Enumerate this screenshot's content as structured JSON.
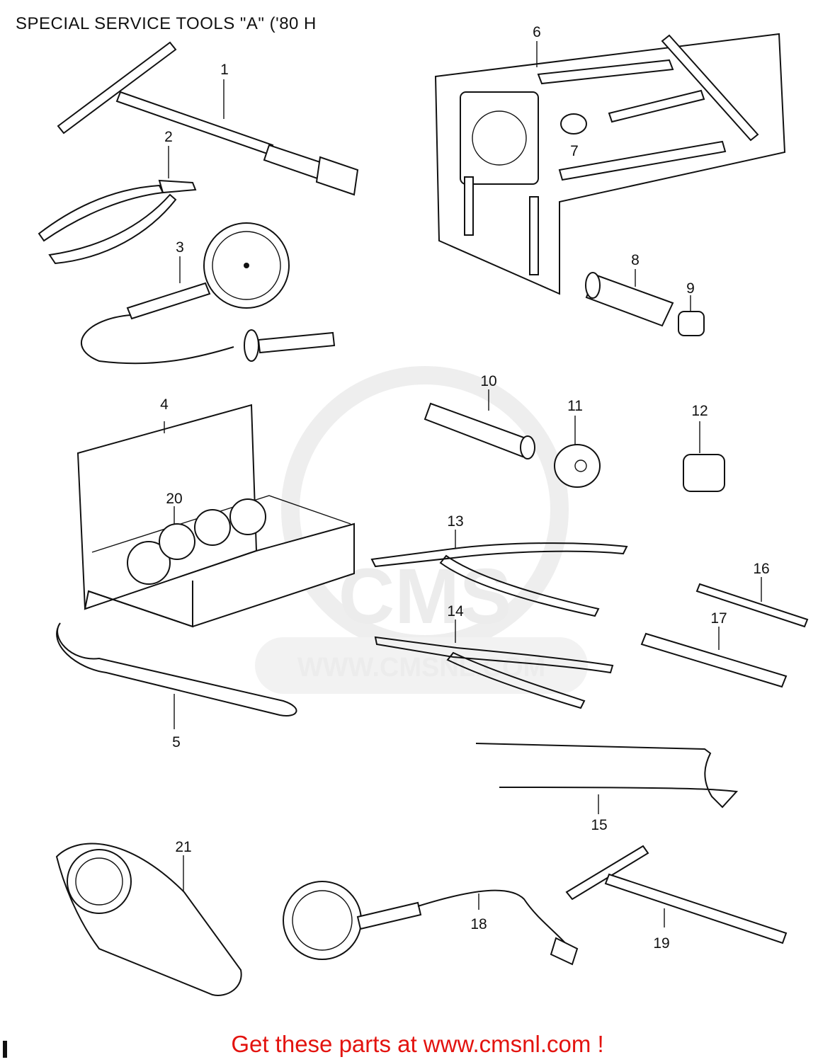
{
  "title": "SPECIAL SERVICE TOOLS \"A\" ('80 H",
  "footer": "Get these parts at www.cmsnl.com !",
  "watermark": {
    "brand": "CMS",
    "url": "WWW.CMSNL.COM"
  },
  "colors": {
    "footer": "#e3130f",
    "lines": "#111111",
    "watermark": "#ececec"
  },
  "callouts": [
    "1",
    "2",
    "3",
    "4",
    "5",
    "6",
    "7",
    "8",
    "9",
    "10",
    "11",
    "12",
    "13",
    "14",
    "15",
    "16",
    "17",
    "18",
    "19",
    "20",
    "21"
  ]
}
